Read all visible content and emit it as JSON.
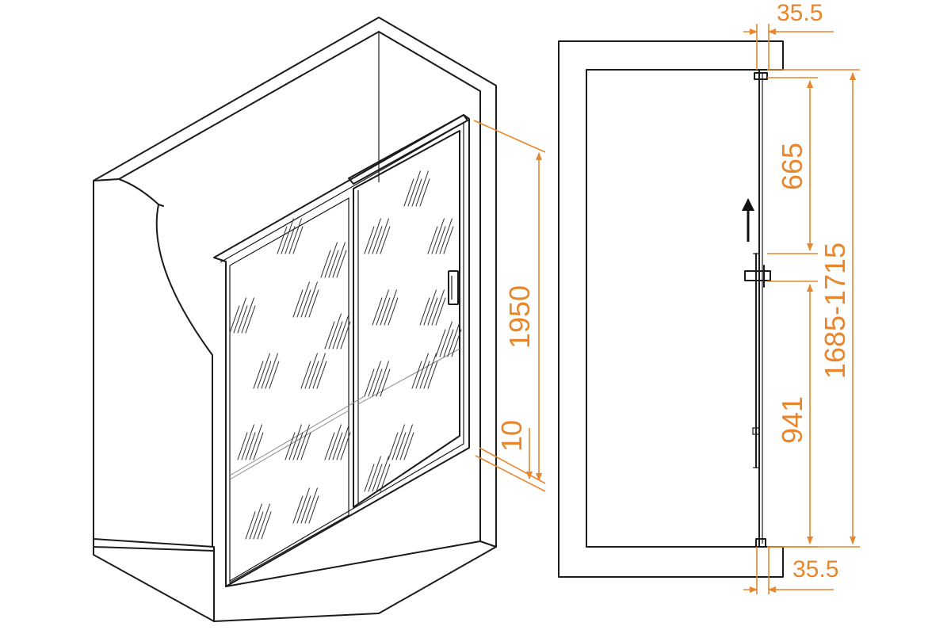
{
  "dimensions": {
    "height_total": "1950",
    "threshold": "10",
    "top_profile": "35.5",
    "bottom_profile": "35.5",
    "upper_segment": "665",
    "lower_segment": "941",
    "handle_range": "1685-1715"
  },
  "colors": {
    "line": "#1b1b1b",
    "dimension": "#e8862d",
    "background": "#ffffff"
  },
  "icons": {
    "direction_arrow": "arrow-up-icon"
  }
}
